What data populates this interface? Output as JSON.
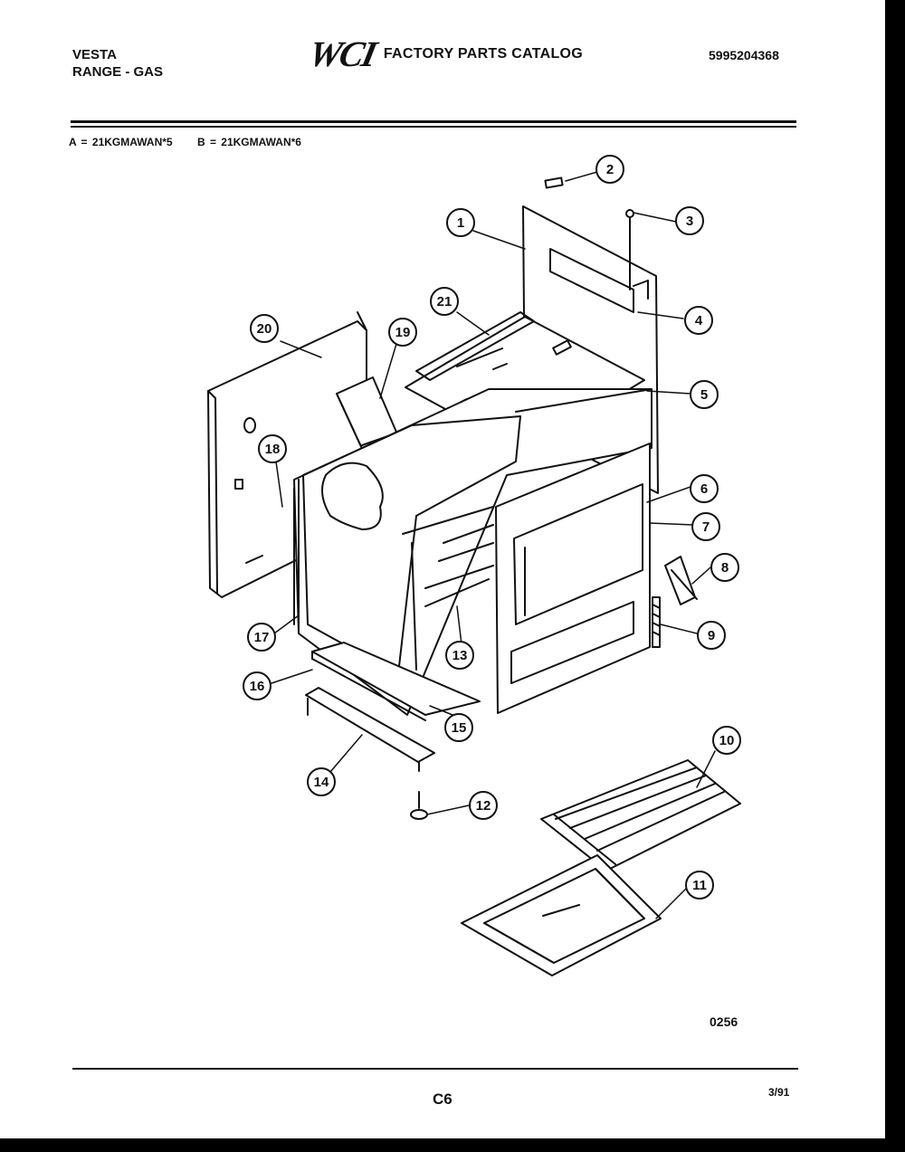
{
  "header": {
    "brand": "VESTA",
    "product": "RANGE - GAS",
    "logo": "WCI",
    "catalog_title": "FACTORY PARTS CATALOG",
    "catalog_number": "5995204368"
  },
  "models": {
    "a": "A = 21KGMAWAN*5",
    "b": "B = 21KGMAWAN*6"
  },
  "callouts": [
    "1",
    "2",
    "3",
    "4",
    "5",
    "6",
    "7",
    "8",
    "9",
    "10",
    "11",
    "12",
    "13",
    "14",
    "15",
    "16",
    "17",
    "18",
    "19",
    "20",
    "21"
  ],
  "footer": {
    "drawing_code": "0256",
    "page": "C6",
    "date": "3/91"
  }
}
